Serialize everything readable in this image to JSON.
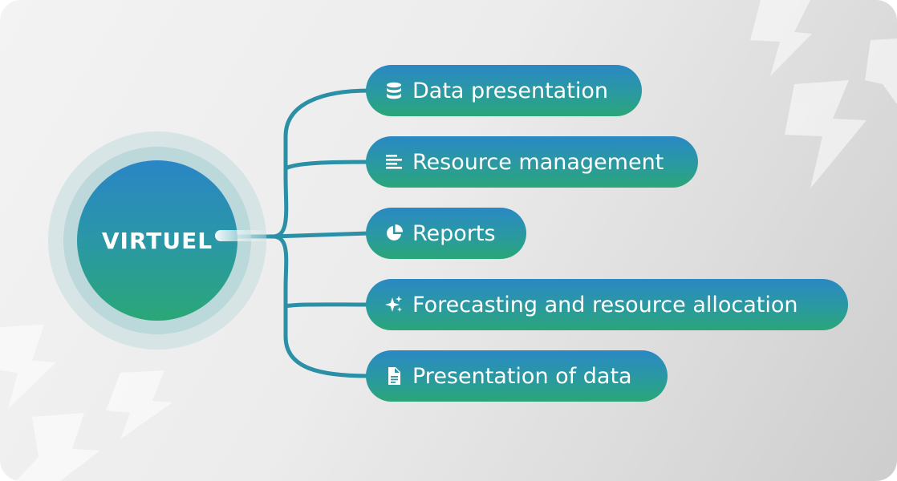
{
  "hub": {
    "logo_text": "VIRTUEL"
  },
  "branches": [
    {
      "label": "Data presentation",
      "icon": "database-icon"
    },
    {
      "label": "Resource management",
      "icon": "text-align-left-icon"
    },
    {
      "label": "Reports",
      "icon": "pie-chart-icon"
    },
    {
      "label": "Forecasting and resource allocation",
      "icon": "sparkles-icon"
    },
    {
      "label": "Presentation of data",
      "icon": "document-icon"
    }
  ],
  "colors": {
    "gradient_top": "#2a85c6",
    "gradient_bottom": "#2aa777",
    "connector": "#2b8fa6",
    "background": "#ececec"
  }
}
